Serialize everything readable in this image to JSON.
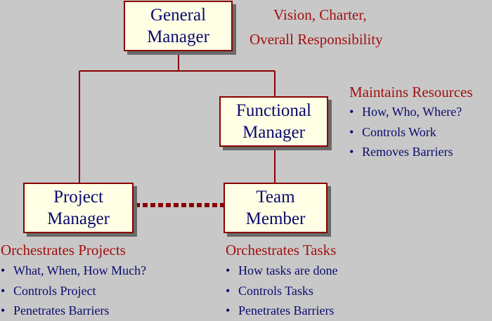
{
  "colors": {
    "background": "#c8c8c8",
    "box_fill": "#ffffe6",
    "box_border": "#8b0000",
    "box_text": "#0a0a6e",
    "heading_text": "#a30f0f",
    "bullet_text": "#0a0a6e",
    "connector": "#8b0000"
  },
  "nodes": {
    "general_manager": {
      "line1": "General",
      "line2": "Manager"
    },
    "functional_manager": {
      "line1": "Functional",
      "line2": "Manager"
    },
    "project_manager": {
      "line1": "Project",
      "line2": "Manager"
    },
    "team_member": {
      "line1": "Team",
      "line2": "Member"
    }
  },
  "notes": {
    "general_manager": {
      "line1": "Vision, Charter,",
      "line2": "Overall Responsibility"
    },
    "functional_manager": {
      "heading": "Maintains Resources",
      "items": [
        "How, Who, Where?",
        "Controls Work",
        "Removes Barriers"
      ]
    },
    "project_manager": {
      "heading": "Orchestrates Projects",
      "items": [
        "What, When, How Much?",
        "Controls Project",
        "Penetrates Barriers"
      ]
    },
    "team_member": {
      "heading": "Orchestrates Tasks",
      "items": [
        "How tasks are done",
        "Controls Tasks",
        "Penetrates Barriers"
      ]
    }
  }
}
